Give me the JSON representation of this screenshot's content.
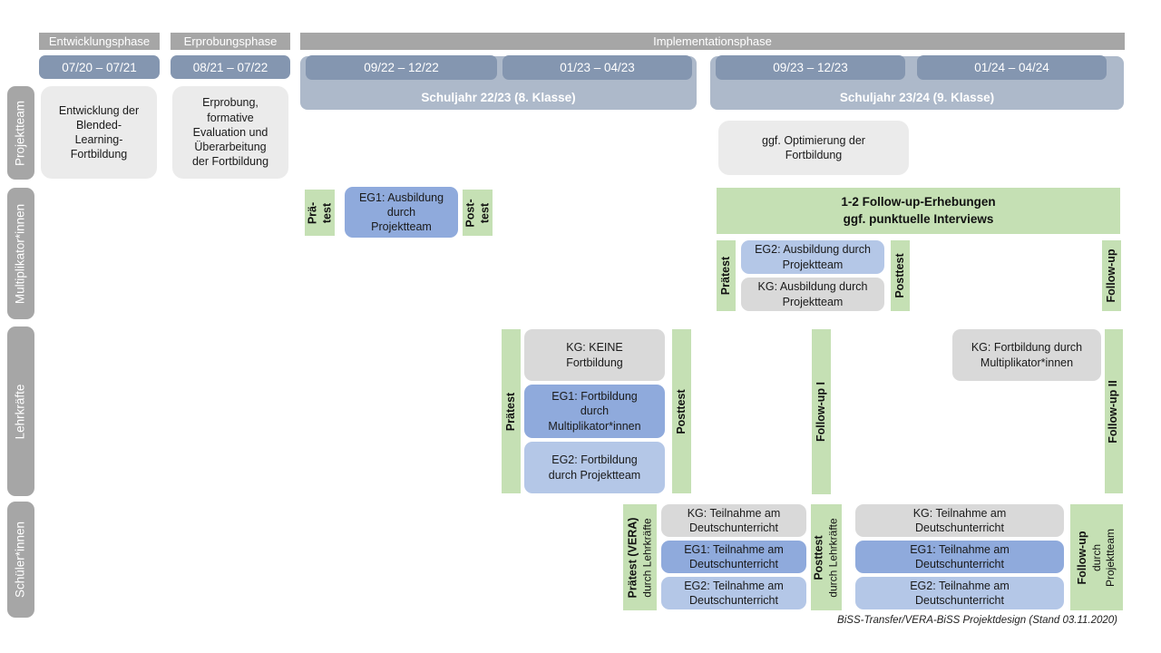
{
  "colors": {
    "phase_gray": "#a6a6a6",
    "date_blue": "#8496b0",
    "schuljahr_blue": "#adb9ca",
    "box_light": "#ebebeb",
    "box_gray": "#d9d9d9",
    "green": "#c5e0b4",
    "eg1_blue": "#8faadc",
    "eg2_blue": "#b4c7e7"
  },
  "phases": [
    {
      "label": "Entwicklungsphase",
      "date": "07/20 – 07/21"
    },
    {
      "label": "Erprobungsphase",
      "date": "08/21 – 07/22"
    },
    {
      "label": "Implementationsphase"
    }
  ],
  "implementation": {
    "schuljahr1": {
      "label": "Schuljahr 22/23 (8. Klasse)",
      "terms": [
        "09/22 – 12/22",
        "01/23 – 04/23"
      ]
    },
    "schuljahr2": {
      "label": "Schuljahr 23/24 (9. Klasse)",
      "terms": [
        "09/23 – 12/23",
        "01/24 – 04/24"
      ]
    }
  },
  "rows": {
    "projektteam": {
      "label": "Projektteam",
      "entwicklung": "Entwicklung der Blended-Learning-Fortbildung",
      "erprobung": "Erprobung, formative Evaluation und Überarbeitung der Fortbildung",
      "optimierung": "ggf. Optimierung der Fortbildung"
    },
    "multiplikatoren": {
      "label": "Multiplikator*innen",
      "praetest1": "Prä-\ntest",
      "eg1": "EG1: Ausbildung durch Projektteam",
      "posttest1": "Post-\ntest",
      "followup_band": "1-2 Follow-up-Erhebungen\nggf. punktuelle Interviews",
      "praetest2": "Prätest",
      "eg2": "EG2: Ausbildung durch Projektteam",
      "kg": "KG: Ausbildung durch Projektteam",
      "posttest2": "Posttest",
      "followup": "Follow-up"
    },
    "lehrkraefte": {
      "label": "Lehrkräfte",
      "praetest": "Prätest",
      "kg1": "KG: KEINE Fortbildung",
      "eg1": "EG1: Fortbildung durch Multiplikator*innen",
      "eg2": "EG2: Fortbildung durch Projektteam",
      "posttest": "Posttest",
      "followup1": "Follow-up I",
      "kg2": "KG: Fortbildung durch Multiplikator*innen",
      "followup2": "Follow-up II"
    },
    "schueler": {
      "label": "Schüler*innen",
      "praetest_main": "Prätest (VERA)",
      "praetest_sub": "durch Lehrkräfte",
      "kg": "KG: Teilnahme am Deutschunterricht",
      "eg1": "EG1: Teilnahme am Deutschunterricht",
      "eg2": "EG2: Teilnahme am Deutschunterricht",
      "posttest_main": "Posttest",
      "posttest_sub": "durch Lehrkräfte",
      "followup_main": "Follow-up",
      "followup_sub": "durch\nProjektteam"
    }
  },
  "footer": "BiSS-Transfer/VERA-BiSS Projektdesign (Stand 03.11.2020)"
}
